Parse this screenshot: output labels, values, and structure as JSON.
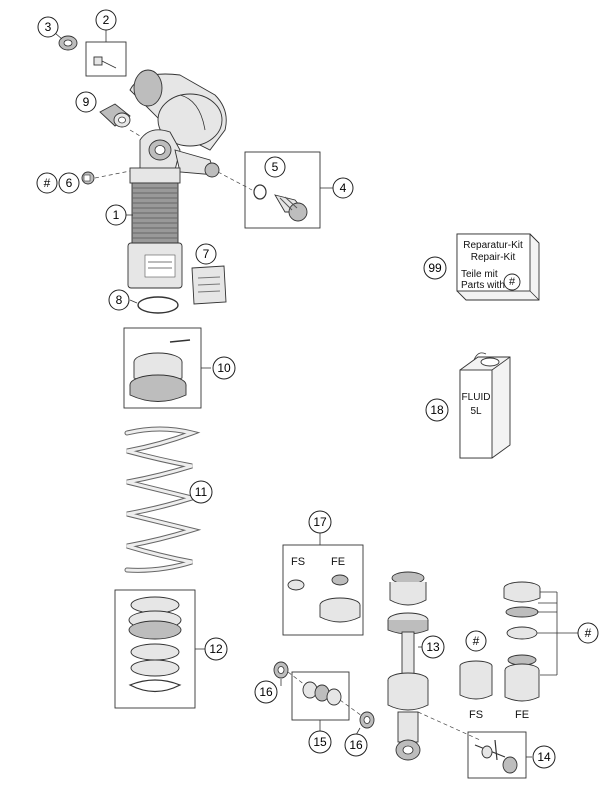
{
  "callouts": [
    "3",
    "2",
    "9",
    "#",
    "6",
    "5",
    "4",
    "1",
    "7",
    "8",
    "99",
    "10",
    "18",
    "11",
    "17",
    "12",
    "13",
    "#",
    "16",
    "15",
    "16",
    "14"
  ],
  "repair_kit": {
    "line1": "Reparatur-Kit",
    "line2": "Repair-Kit",
    "line3": "Teile mit",
    "line4": "Parts with",
    "hash": "#"
  },
  "fluid_can": {
    "line1": "FLUID",
    "line2": "5L"
  },
  "variants": {
    "fs": "FS",
    "fe": "FE",
    "fs_bottom": "FS",
    "fe_bottom": "FE"
  }
}
